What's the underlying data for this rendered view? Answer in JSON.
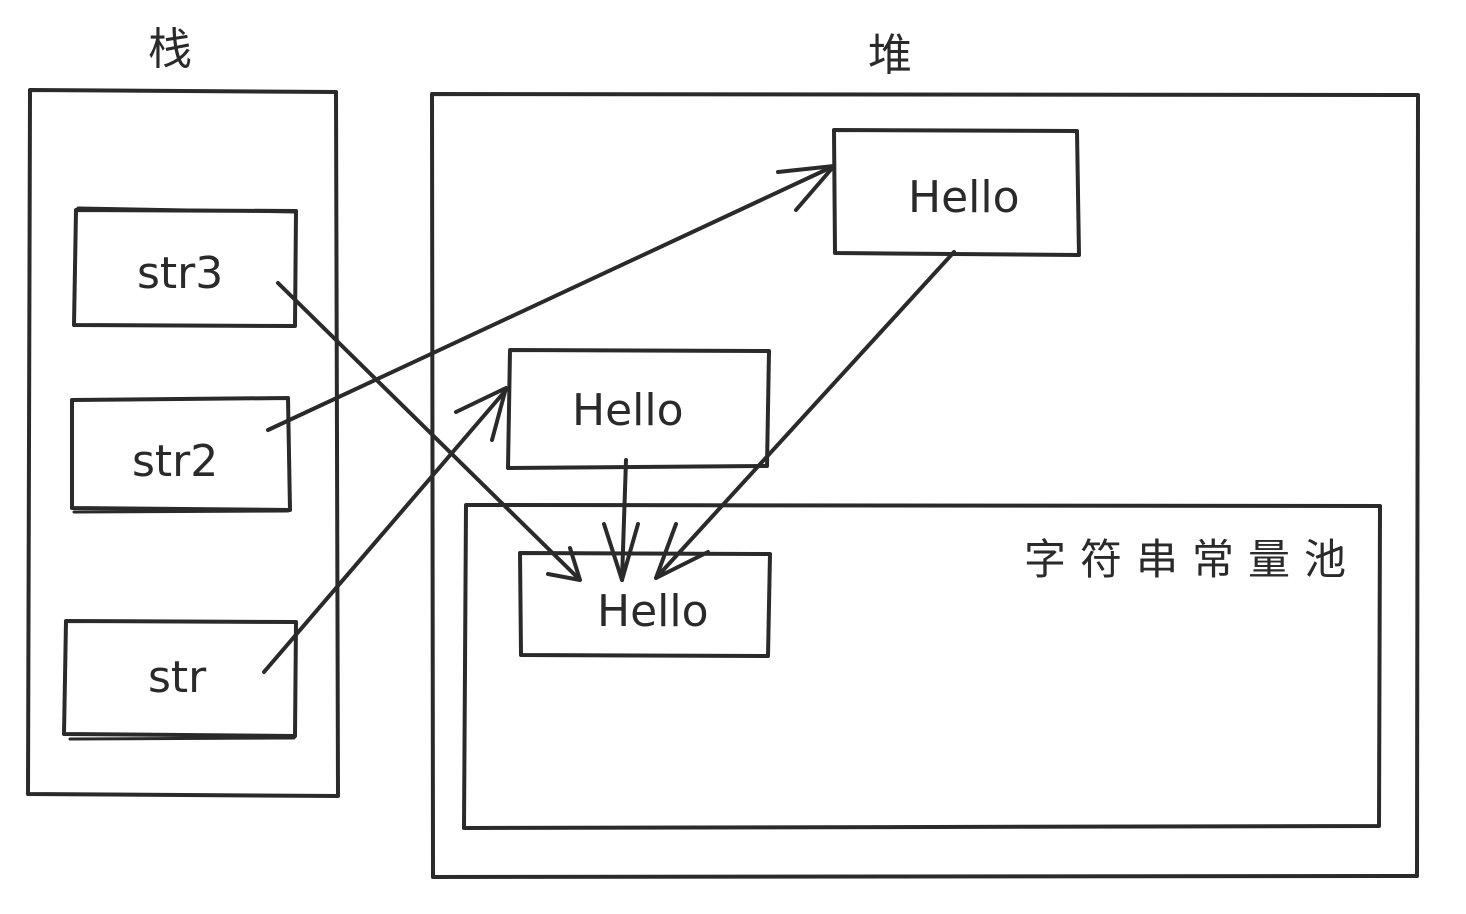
{
  "stack": {
    "title": "栈",
    "vars": {
      "str3": "str3",
      "str2": "str2",
      "str": "str"
    }
  },
  "heap": {
    "title": "堆",
    "objects": {
      "top": "Hello",
      "middle": "Hello"
    },
    "pool": {
      "title": "字符串常量池",
      "literal": "Hello"
    }
  },
  "colors": {
    "ink": "#2a2a2a",
    "background": "#ffffff"
  }
}
